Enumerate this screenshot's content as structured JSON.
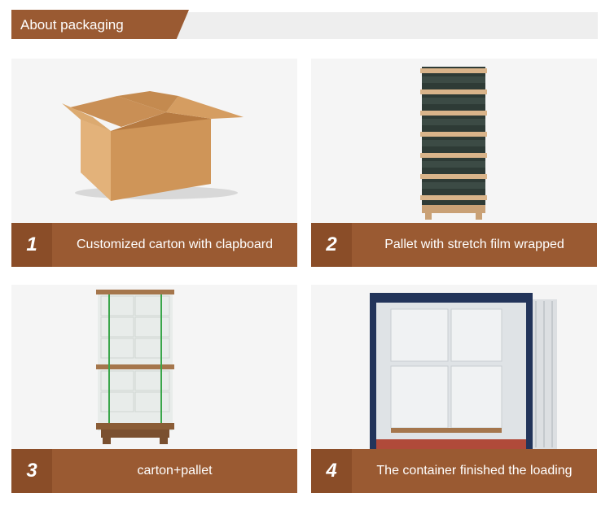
{
  "header": {
    "title": "About packaging"
  },
  "cards": [
    {
      "number": "1",
      "label": "Customized carton with clapboard",
      "image": "cardboard-box"
    },
    {
      "number": "2",
      "label": "Pallet with stretch film wrapped",
      "image": "wrapped-pallet"
    },
    {
      "number": "3",
      "label": "carton+pallet",
      "image": "carton-pallet"
    },
    {
      "number": "4",
      "label": "The container finished the loading",
      "image": "loaded-container"
    }
  ],
  "colors": {
    "accent": "#9a5a32",
    "accent_dark": "#8a4d28",
    "card_bg": "#f5f5f5",
    "header_bg": "#eeeeee"
  }
}
